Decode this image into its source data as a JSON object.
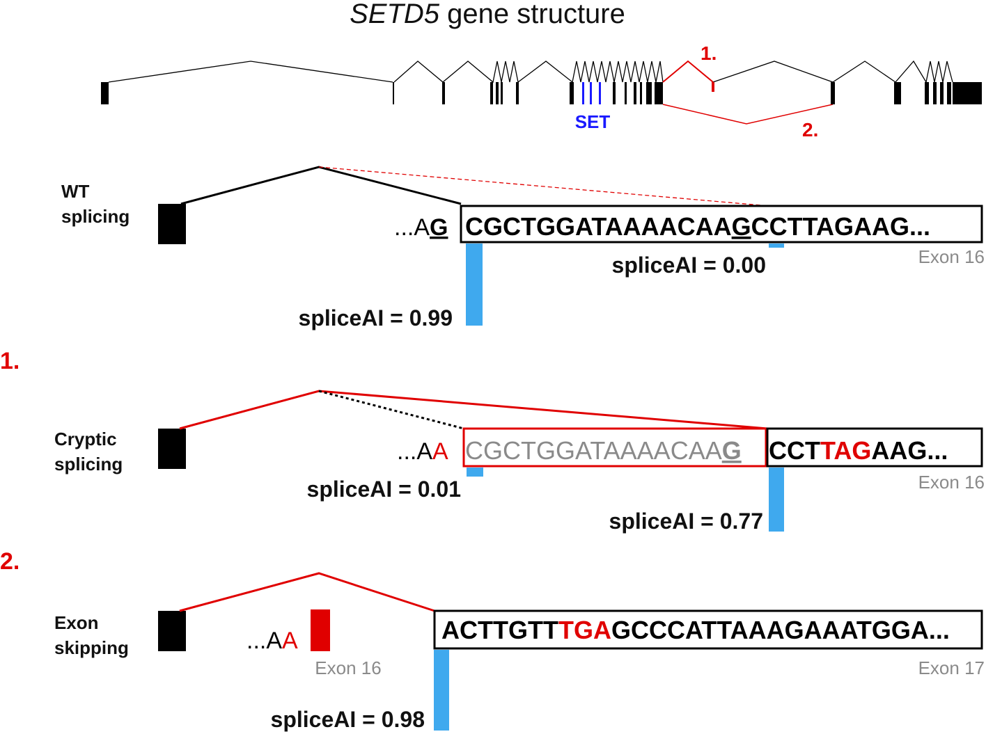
{
  "title": {
    "gene": "SETD5",
    "rest": " gene structure"
  },
  "top": {
    "set_label": "SET",
    "event1": "1.",
    "event2": "2."
  },
  "wt": {
    "label_line1": "WT",
    "label_line2": "splicing",
    "prefix": "...A",
    "prefix_g": "G",
    "seq_a": "CGCTGGATAAAACAA",
    "seq_g": "G",
    "seq_b": "CCTTAGAAG...",
    "score_low": "spliceAI = 0.00",
    "score_high": "spliceAI = 0.99",
    "exon": "Exon 16"
  },
  "section1": {
    "marker": "1.",
    "label_line1": "Cryptic",
    "label_line2": "splicing",
    "prefix": "...A",
    "prefix_a": "A",
    "grey_a": "CGCTGGATAAAACAA",
    "grey_g": "G",
    "seq_a": "CCT",
    "seq_red": "TAG",
    "seq_b": "AAG...",
    "score_a": "spliceAI = 0.01",
    "score_b": "spliceAI = 0.77",
    "exon": "Exon 16"
  },
  "section2": {
    "marker": "2.",
    "label_line1": "Exon",
    "label_line2": "skipping",
    "prefix": "...A",
    "prefix_a": "A",
    "exon_small": "Exon 16",
    "seq_a": "ACTTGTT",
    "seq_red": "TGA",
    "seq_b": "GCCCATTAAAGAAATGGA...",
    "score": "spliceAI = 0.98",
    "exon": "Exon 17"
  },
  "colors": {
    "red": "#e00000",
    "blue_bar": "#3fa9ee",
    "set_blue": "#1a1aff",
    "grey": "#8a8a8a"
  }
}
